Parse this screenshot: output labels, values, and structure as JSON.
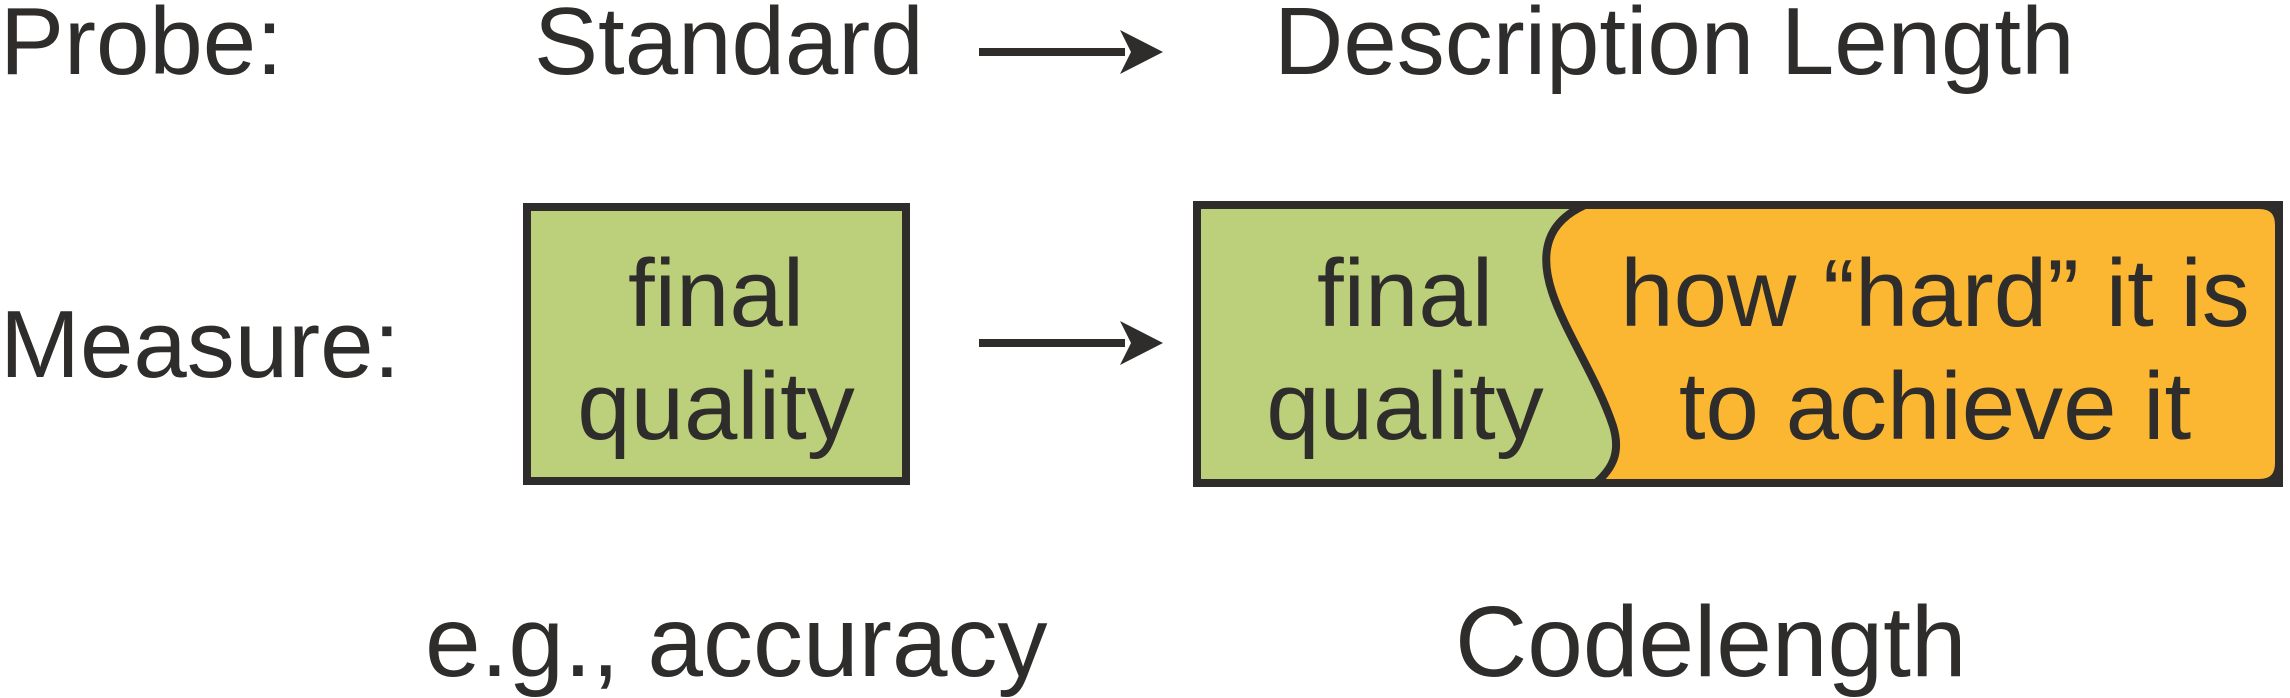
{
  "figure": {
    "background": "#ffffff",
    "ink": "#2f2d2b",
    "green_fill": "#bcd07b",
    "orange_fill": "#fcb732"
  },
  "probe_row": {
    "label": "Probe:",
    "standard": "Standard",
    "description_length": "Description Length"
  },
  "measure_row": {
    "label": "Measure:"
  },
  "standard_box": {
    "line1": "final",
    "line2": "quality"
  },
  "dl_box": {
    "green_line1": "final",
    "green_line2": "quality",
    "orange_line1": "how “hard” it is",
    "orange_line2": "to achieve it"
  },
  "captions": {
    "standard": "e.g., accuracy",
    "description_length": "Codelength"
  }
}
